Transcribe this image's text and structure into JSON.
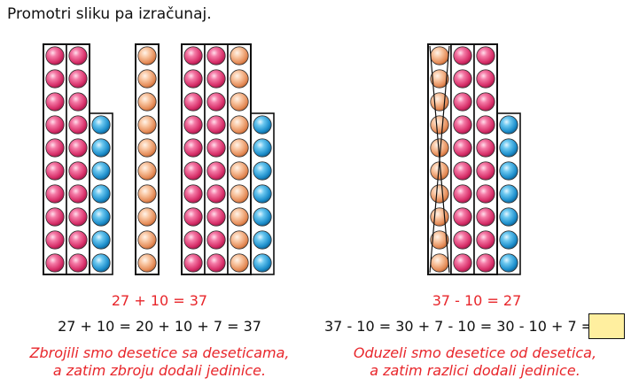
{
  "title": "Promotri sliku pa izračunaj.",
  "left": {
    "equation_short": "27 + 10 = 37",
    "equation_long": "27 + 10 = 20 + 10 + 7 = 37",
    "note_line1": "Zbrojili smo desetice sa deseticama,",
    "note_line2": "a zatim zbroju dodali jedinice."
  },
  "right": {
    "equation_short": "37 - 10 = 27",
    "equation_long": "37 - 10 = 30 + 7 - 10 = 30 - 10 + 7 =",
    "answer_value": "",
    "note_line1": "Oduzeli smo desetice od desetica,",
    "note_line2": "a zatim razlici dodali jedinice."
  },
  "counters": {
    "left_group": [
      {
        "color": "pink",
        "count": 10
      },
      {
        "color": "pink",
        "count": 10
      },
      {
        "color": "blue",
        "count": 7
      }
    ],
    "middle_group": [
      {
        "color": "peach",
        "count": 10
      }
    ],
    "sum_group": [
      {
        "color": "pink",
        "count": 10
      },
      {
        "color": "pink",
        "count": 10
      },
      {
        "color": "peach",
        "count": 10
      },
      {
        "color": "blue",
        "count": 7
      }
    ],
    "difference_group": [
      {
        "color": "peach",
        "count": 10,
        "crossed_out": true
      },
      {
        "color": "pink",
        "count": 10
      },
      {
        "color": "pink",
        "count": 10
      },
      {
        "color": "blue",
        "count": 7
      }
    ]
  },
  "colors": {
    "pink": "#e0407a",
    "peach": "#f0a070",
    "blue": "#2aa0d8",
    "red_text": "#e8262b",
    "answer_box": "#ffef9f"
  }
}
